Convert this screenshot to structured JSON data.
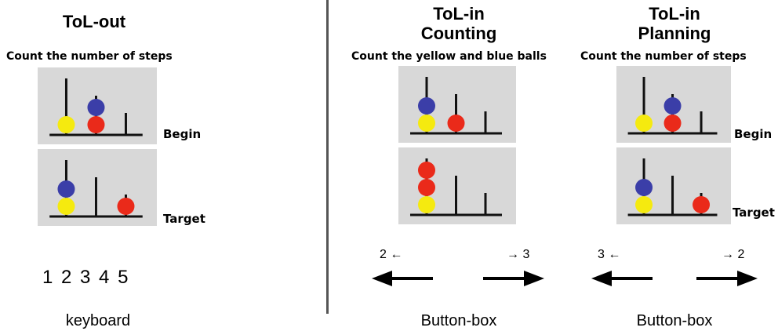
{
  "colors": {
    "yellow": "#f5ea0f",
    "blue": "#3b3ea8",
    "red": "#ea2a1a",
    "panel": "#d8d8d8",
    "rod": "#111111"
  },
  "tol_out": {
    "title": "ToL-out",
    "instruction": "Count the number of steps",
    "begin_label": "Begin",
    "target_label": "Target",
    "keys": "1 2 3 4 5",
    "device": "keyboard",
    "begin_rods": [
      [
        "yellow"
      ],
      [
        "red",
        "blue"
      ],
      []
    ],
    "target_rods": [
      [
        "yellow",
        "blue"
      ],
      [],
      [
        "red"
      ]
    ]
  },
  "tol_in_counting": {
    "title_line1": "ToL-in",
    "title_line2": "Counting",
    "instruction": "Count the yellow and blue balls",
    "left_response": "2 ←",
    "right_response": "→ 3",
    "device": "Button-box",
    "top_rods": [
      [
        "yellow",
        "blue"
      ],
      [
        "red"
      ],
      []
    ],
    "bottom_rods": [
      [
        "yellow",
        "red",
        "red"
      ],
      [],
      []
    ]
  },
  "tol_in_planning": {
    "title_line1": "ToL-in",
    "title_line2": "Planning",
    "instruction": "Count the number of steps",
    "begin_label": "Begin",
    "target_label": "Target",
    "left_response": "3 ←",
    "right_response": "→ 2",
    "device": "Button-box",
    "begin_rods": [
      [
        "yellow"
      ],
      [
        "red",
        "blue"
      ],
      []
    ],
    "target_rods": [
      [
        "yellow",
        "blue"
      ],
      [],
      [
        "red"
      ]
    ]
  }
}
